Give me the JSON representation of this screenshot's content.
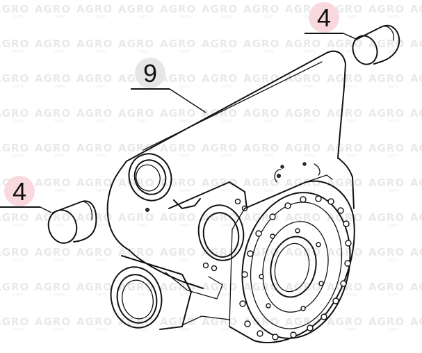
{
  "watermark": {
    "text": "AGRO",
    "subtext": "PARTS"
  },
  "callouts": [
    {
      "id": "callout-4-top",
      "label": "4"
    },
    {
      "id": "callout-9",
      "label": "9"
    },
    {
      "id": "callout-4-left",
      "label": "4"
    }
  ],
  "colors": {
    "callout_badge": "#f9d9dd",
    "ink": "#111111",
    "watermark": "#e9e9e9"
  }
}
